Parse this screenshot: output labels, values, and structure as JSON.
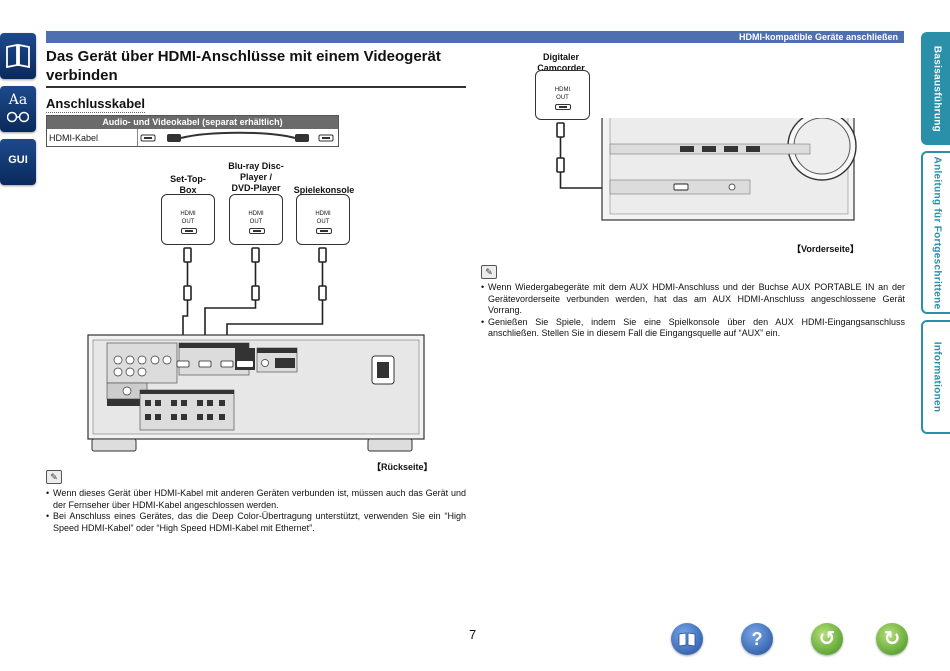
{
  "header": {
    "section": "HDMI-kompatible Geräte anschließen"
  },
  "sidebar_left": {
    "icons": [
      {
        "name": "manual-icon"
      },
      {
        "name": "dictionary-icon",
        "glyph": "Aa"
      },
      {
        "name": "gui-icon",
        "glyph": "GUI"
      }
    ]
  },
  "tabs": [
    {
      "label": "Basisausführung",
      "active": true
    },
    {
      "label": "Anleitung für Fortgeschrittene",
      "active": false
    },
    {
      "label": "Informationen",
      "active": false
    }
  ],
  "title": "Das Gerät über HDMI-Anschlüsse mit einem Videogerät verbinden",
  "section_title": "Anschlusskabel",
  "cable_table": {
    "header": "Audio- und Videokabel (separat erhältlich)",
    "row_label": "HDMI-Kabel"
  },
  "devices": [
    {
      "label": "Set-Top-\nBox",
      "port": "HDMI\nOUT"
    },
    {
      "label": "Blu-ray Disc-\nPlayer /\nDVD-Player",
      "port": "HDMI\nOUT"
    },
    {
      "label": "Spielekonsole",
      "port": "HDMI\nOUT"
    }
  ],
  "camcorder": {
    "label": "Digitaler\nCamcorder",
    "port": "HDMI\nOUT"
  },
  "captions": {
    "rear": "【Rückseite】",
    "front": "【Vorderseite】"
  },
  "notes_left": [
    "Wenn dieses Gerät über HDMI-Kabel mit anderen Geräten verbunden ist, müssen auch das Gerät und der Fernseher über HDMI-Kabel angeschlossen werden.",
    "Bei Anschluss eines Gerätes, das die Deep Color-Übertragung unterstützt, verwenden Sie ein “High Speed HDMI-Kabel” oder “High Speed HDMI-Kabel mit Ethernet”."
  ],
  "notes_right": [
    "Wenn Wiedergabegeräte mit dem AUX HDMI-Anschluss und der Buchse AUX PORTABLE IN an der Gerätevorderseite verbunden werden, hat das am AUX HDMI-Anschluss angeschlossene Gerät Vorrang.",
    "Genießen Sie Spiele, indem Sie eine Spielkonsole über den AUX HDMI-Eingangsanschluss anschließen. Stellen Sie in diesem Fall die Eingangsquelle auf “AUX” ein."
  ],
  "page_number": "7",
  "colors": {
    "header_bar": "#4e6fb0",
    "tab_accent": "#2a8fa8",
    "icon_blue": "#1d4a8c",
    "nav_green": "#3f8f1c"
  },
  "nav_buttons": [
    {
      "name": "book-icon"
    },
    {
      "name": "help-icon",
      "glyph": "?"
    },
    {
      "name": "back-arrow-icon",
      "glyph": "↺"
    },
    {
      "name": "forward-arrow-icon",
      "glyph": "↻"
    }
  ]
}
